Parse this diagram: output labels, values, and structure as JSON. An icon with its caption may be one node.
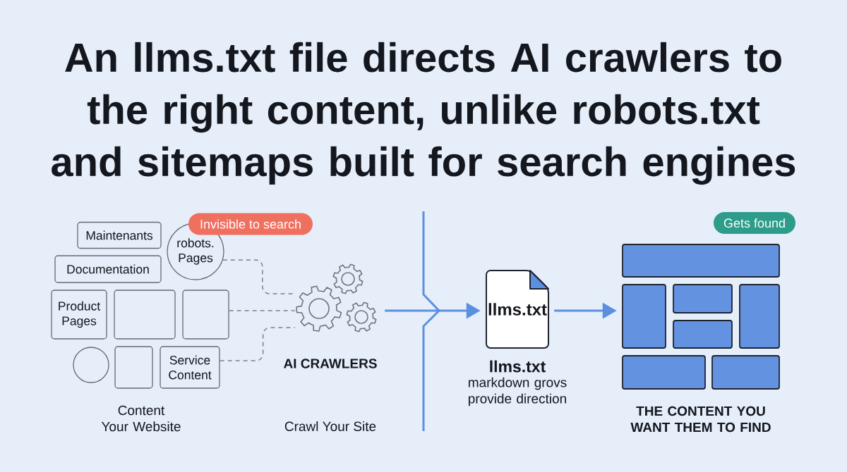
{
  "diagram": {
    "title": "An llms.txt file directs AI crawlers to the right content, unlike robots.txt and sitemaps built for search engines",
    "nodes": [
      {
        "text": [
          "Maintenants"
        ]
      },
      {
        "text": [
          "Invisible to search"
        ]
      },
      {
        "text": [
          "robots. Pages"
        ]
      },
      {
        "text": [
          "Documentation"
        ]
      },
      {
        "text": [
          "Product Pages"
        ]
      },
      {
        "text": [],
        "shape": "box"
      },
      {
        "text": [],
        "shape": "box"
      },
      {
        "text": [],
        "shape": "circle"
      },
      {
        "text": [],
        "shape": "box"
      },
      {
        "text": [
          "Service Content"
        ]
      },
      {
        "text": [],
        "shape": "picture",
        "beside": [
          "AI CRAWLERS",
          "Crawl Your Site"
        ]
      },
      {
        "text": [
          "llms.txt"
        ],
        "beside": [
          "llms.txt",
          "markdown grovs provide direction"
        ]
      },
      {
        "text": [
          "Gets found"
        ]
      },
      {
        "text": [],
        "shape": "picture",
        "beside": [
          "THE CONTENT YOU WANT THEM TO FIND"
        ]
      }
    ],
    "edges": [
      {
        "from": 2,
        "to": 10,
        "arrow": "none",
        "style": "dashed"
      },
      {
        "from": 6,
        "to": 10,
        "arrow": "none",
        "style": "dashed"
      },
      {
        "from": 9,
        "to": 10,
        "arrow": "none",
        "style": "dashed"
      },
      {
        "from": 10,
        "to": 11,
        "arrow": "to",
        "color": "#5b8fe0"
      },
      {
        "from": 11,
        "to": 13,
        "arrow": "to",
        "color": "#5b8fe0"
      }
    ],
    "labels": [
      "Content Your Website"
    ]
  }
}
